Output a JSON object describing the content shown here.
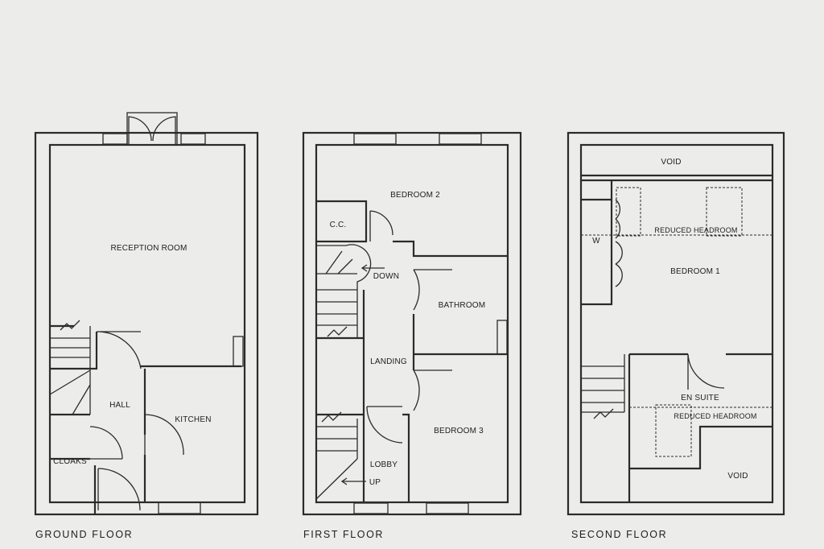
{
  "floors": {
    "ground": {
      "caption": "GROUND FLOOR",
      "rooms": {
        "reception": "RECEPTION ROOM",
        "hall": "HALL",
        "kitchen": "KITCHEN",
        "cloaks": "CLOAKS"
      }
    },
    "first": {
      "caption": "FIRST FLOOR",
      "rooms": {
        "bedroom2": "BEDROOM 2",
        "cc": "C.C.",
        "down": "DOWN",
        "bathroom": "BATHROOM",
        "landing": "LANDING",
        "bedroom3": "BEDROOM 3",
        "lobby": "LOBBY",
        "up": "UP"
      }
    },
    "second": {
      "caption": "SECOND FLOOR",
      "rooms": {
        "void_top": "VOID",
        "reduced_headroom_1": "REDUCED HEADROOM",
        "w": "W",
        "bedroom1": "BEDROOM 1",
        "en_suite": "EN SUITE",
        "reduced_headroom_2": "REDUCED HEADROOM",
        "void_bottom": "VOID"
      }
    }
  }
}
